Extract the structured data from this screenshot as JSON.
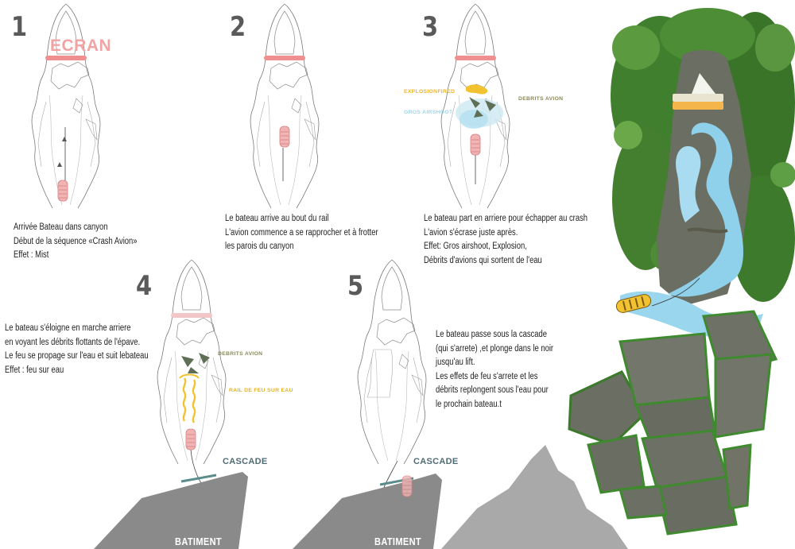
{
  "steps": [
    {
      "number": "1",
      "lines": [
        "Arrivée Bateau dans canyon",
        "Début de la séquence «Crash Avion»",
        "Effet : Mist"
      ]
    },
    {
      "number": "2",
      "lines": [
        "Le bateau arrive au bout du rail",
        "L'avion commence a se rapprocher et à frotter",
        "les parois du canyon"
      ]
    },
    {
      "number": "3",
      "lines": [
        "Le bateau part en arriere pour échapper au crash",
        "L'avion s'écrase juste après.",
        "Effet: Gros airshoot, Explosion,",
        "Débrits d'avions qui sortent de l'eau"
      ]
    },
    {
      "number": "4",
      "lines": [
        "Le bateau s'éloigne en marche arriere",
        "en voyant les débrits flottants de l'épave.",
        "Le feu se propage sur l'eau et suit lebateau",
        "Effet : feu sur eau"
      ]
    },
    {
      "number": "5",
      "lines": [
        "Le bateau passe sous la cascade",
        "(qui s'arrete) ,et plonge dans le noir",
        "jusqu'au lift.",
        "Les effets de feu s'arrete et les",
        "débrits replongent sous l'eau pour",
        "le prochain bateau.t"
      ]
    }
  ],
  "labels": {
    "ecran": "ECRAN",
    "explosion": "EXPLOSIONFIRED",
    "airshoot": "GROS AIRSHOOT",
    "debris3": "DEBRITS AVION",
    "debris4": "DEBRITS AVION",
    "rail_feu": "RAIL DE FEU SUR EAU",
    "cascade4": "CASCADE",
    "cascade5": "CASCADE",
    "batiment4": "BATIMENT",
    "batiment5": "BATIMENT"
  },
  "colors": {
    "sketch_line": "#777777",
    "boat": "#e99a9a",
    "screen": "#f08f8f",
    "fire": "#f2c230",
    "airshoot": "#9fd6ea",
    "debris": "#5f6f55",
    "label_olive": "#8a8a5a",
    "building": "#8a8a8a",
    "cascade_label": "#4f6b74",
    "water": "#8fd0ea",
    "foliage": "#3f7f2e",
    "rock": "#6b6e62"
  }
}
